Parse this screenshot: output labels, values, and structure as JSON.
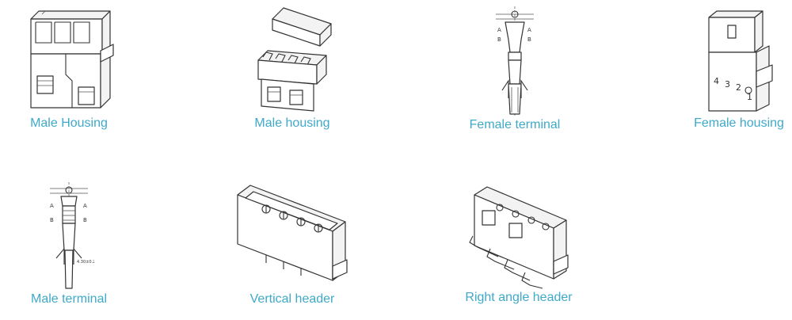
{
  "items": [
    {
      "label": "Male Housing",
      "icon": "male-housing-icon"
    },
    {
      "label": "Male housing",
      "icon": "male-housing-cover-icon"
    },
    {
      "label": "Female terminal",
      "icon": "female-terminal-icon"
    },
    {
      "label": "Female housing",
      "icon": "female-housing-icon"
    },
    {
      "label": "Male terminal",
      "icon": "male-terminal-icon"
    },
    {
      "label": "Vertical header",
      "icon": "vertical-header-icon"
    },
    {
      "label": "Right angle header",
      "icon": "right-angle-header-icon"
    }
  ],
  "accent_color": "#3fa9c9"
}
